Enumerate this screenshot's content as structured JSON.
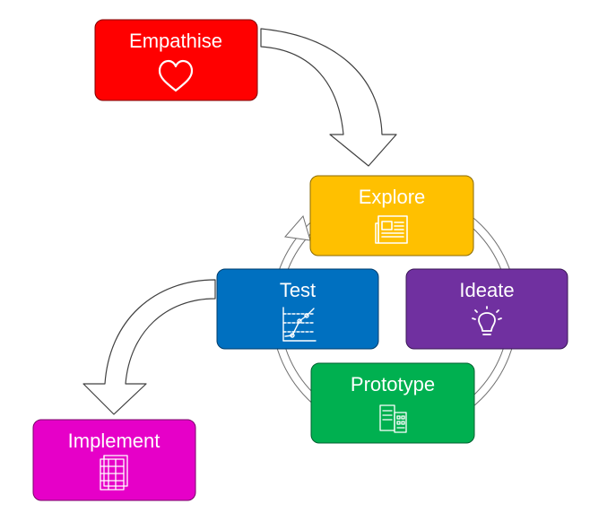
{
  "diagram": {
    "stages": {
      "empathise": {
        "label": "Empathise",
        "icon": "heart-icon",
        "color": "#ff0000"
      },
      "explore": {
        "label": "Explore",
        "icon": "newspaper-icon",
        "color": "#ffc000"
      },
      "ideate": {
        "label": "Ideate",
        "icon": "lightbulb-icon",
        "color": "#7030a0"
      },
      "prototype": {
        "label": "Prototype",
        "icon": "documents-icon",
        "color": "#00b050"
      },
      "test": {
        "label": "Test",
        "icon": "line-chart-icon",
        "color": "#0070c0"
      },
      "implement": {
        "label": "Implement",
        "icon": "spreadsheet-icon",
        "color": "#e600c8"
      }
    }
  }
}
